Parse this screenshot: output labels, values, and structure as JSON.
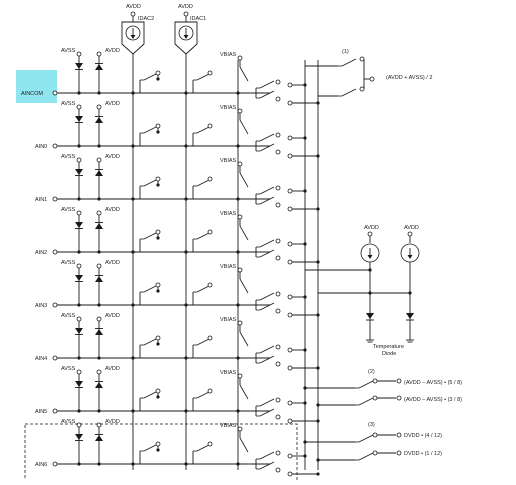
{
  "diagram": {
    "supply_top": "AVDD",
    "idac_labels": [
      "IDAC2",
      "IDAC1"
    ],
    "vbias_label": "VBIAS",
    "avss_label": "AVSS",
    "avdd_label": "AVDD",
    "inputs": [
      "AINCOM",
      "AIN0",
      "AIN1",
      "AIN2",
      "AIN3",
      "AIN4",
      "AIN5",
      "AIN6"
    ],
    "highlighted_input": "AINCOM",
    "note_1": "(1)",
    "note_2": "(2)",
    "note_3": "(3)",
    "mid_supply_label": "(AVDD + AVSS) / 2",
    "temp_sensor_supply": "AVDD",
    "temp_sensor_label_1": "Temperature",
    "temp_sensor_label_2": "Diode",
    "monitor_outputs": [
      "(AVDD – AVSS) • (5 / 8)",
      "(AVDD – AVSS) • (3 / 8)",
      "DVDD • (4 / 12)",
      "DVDD • (1 / 12)"
    ],
    "highlight_color": "#8fe6ef",
    "wire_color": "#1a1a1a"
  }
}
